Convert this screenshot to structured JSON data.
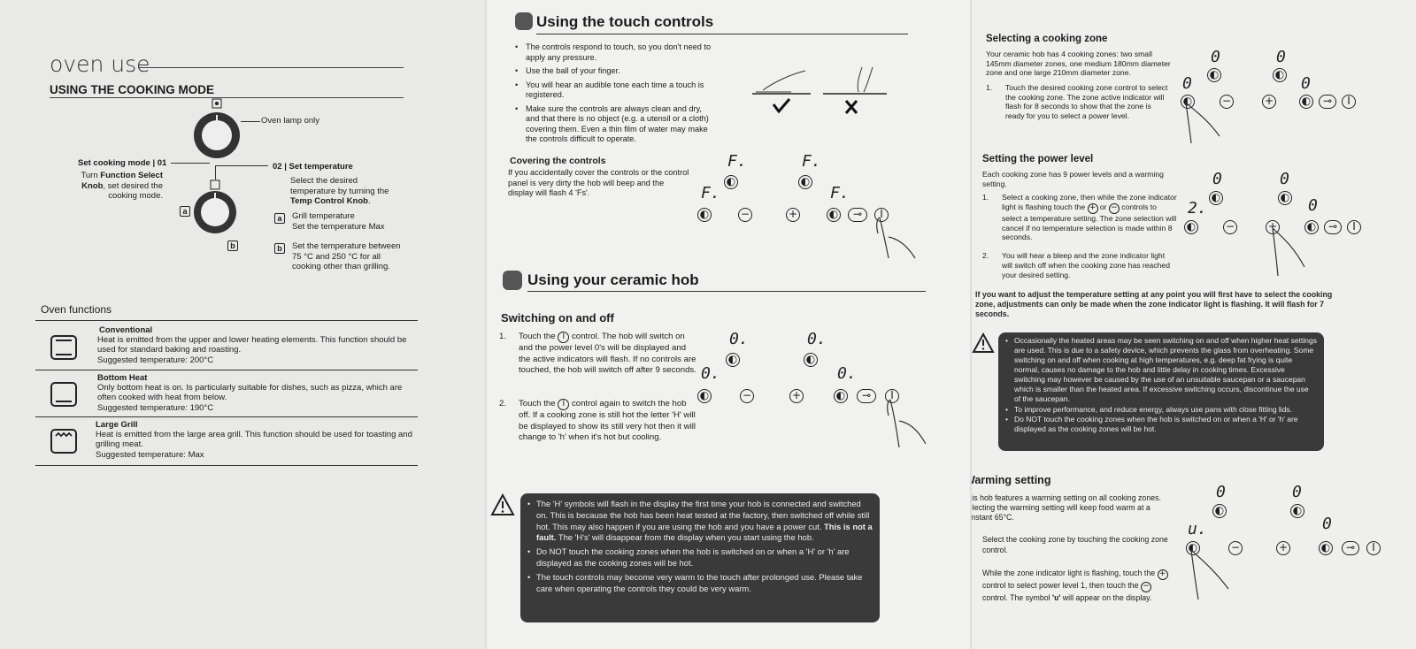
{
  "p1": {
    "title": "oven use",
    "subtitle": "USING THE COOKING MODE",
    "lamp": "Oven lamp only",
    "step1_head": "Set cooking mode | 01",
    "step1_text_a": "Turn ",
    "step1_text_b": "Function Select Knob",
    "step1_text_c": ", set desired the cooking mode.",
    "step2_head": "02 | Set temperature",
    "step2_text_a": "Select the desired temperature by turning the ",
    "step2_text_b": "Temp Control Knob",
    "step2_text_c": ".",
    "label_a": "a",
    "label_b": "b",
    "a_text": "Grill temperature\nSet the temperature Max",
    "b_text": "Set the temperature between 75 °C and 250 °C for all cooking other than grilling.",
    "functions_head": "Oven functions",
    "functions": [
      {
        "name": "Conventional",
        "desc": "Heat is emitted from the upper and lower heating elements. This function should be used for standard baking and roasting.",
        "temp": "Suggested temperature: 200°C",
        "icon": "conventional-icon"
      },
      {
        "name": "Bottom Heat",
        "desc": "Only bottom heat is on. Is particularly suitable for dishes, such as pizza, which are often cooked with heat from below.",
        "temp": "Suggested temperature: 190°C",
        "icon": "bottom-heat-icon"
      },
      {
        "name": "Large Grill",
        "desc": "Heat is emitted from the large area grill. This function should be used for toasting and grilling meat.",
        "temp": "Suggested temperature: Max",
        "icon": "grill-icon"
      }
    ]
  },
  "p2": {
    "touch_head": "Using the touch controls",
    "touch_bullets": [
      "The controls respond to touch, so you don't need to apply any pressure.",
      "Use the ball of your finger.",
      "You will hear an audible tone each time a touch is registered.",
      "Make sure the controls are always clean and dry, and that there is no object (e.g. a utensil or a cloth) covering them. Even a thin film of water may make the controls difficult to operate."
    ],
    "covering_head": "Covering the controls",
    "covering_text": "If you accidentally cover the controls or the control panel is very dirty the hob will beep and the display will flash 4 'Fs'.",
    "f_symbol": "F.",
    "ceramic_head": "Using your ceramic hob",
    "switch_head": "Switching on and off",
    "step1_a": "Touch the ",
    "step1_b": " control. The hob will switch on and the power level 0's will be displayed and the active indicators will flash. If no controls are touched, the hob will switch off after 9 seconds.",
    "step2_a": "Touch the ",
    "step2_b": " control again to switch the hob off. If a cooking zone is still hot the letter 'H' will be displayed to show its still very hot then it will change to 'h' when it's hot but cooling.",
    "zero_symbol": "0.",
    "n1": "1.",
    "n2": "2.",
    "warning_1a": "The 'H' symbols will flash in the display the first time your hob is connected and switched on. This is because the hob has been heat tested at the factory, then switched off while still hot. This may also happen if you are using the hob and you have a power cut. ",
    "warning_1b": "This is not a fault.",
    "warning_1c": " The 'H's' will disappear from the display when you start using the hob.",
    "warning_2": "Do NOT touch the cooking zones when the hob is switched on or when a 'H' or 'h' are displayed as the cooking zones will be hot.",
    "warning_3": "The touch controls may become very warm to the touch after prolonged use. Please take care when operating the controls they could be very warm."
  },
  "p3": {
    "select_head": "Selecting a cooking zone",
    "select_text": "Your ceramic hob has 4 cooking zones: two small 145mm diameter zones, one medium 180mm diameter zone and one large 210mm diameter zone.",
    "select_step1": "Touch the desired cooking zone control to select the cooking zone. The zone active indicator will flash for 8 seconds to show that the zone is ready for you to select a power level.",
    "power_head": "Setting the power level",
    "power_text": "Each cooking zone has 9 power levels and a warming setting.",
    "power_step1_a": "Select a cooking zone, then while the zone indicator light is flashing touch the ",
    "power_step1_b": " or ",
    "power_step1_c": " controls to select a temperature setting. The zone selection will cancel if no temperature selection is made within 8 seconds.",
    "power_step2": "You will hear a bleep and the zone indicator light will switch off when the cooking zone has reached your desired setting.",
    "adjust_text": "If you want to adjust the temperature setting at any point you will first have to select the cooking zone, adjustments can only be made when the zone indicator light is flashing. It will flash for 7 seconds.",
    "warn_1": "Occasionally the heated areas may be seen switching on and off when higher heat settings are used. This is due to a safety device, which prevents the glass from overheating. Some switching on and off when cooking at high temperatures, e.g. deep fat frying is quite normal, causes no damage to the hob and little delay in cooking times. Excessive switching may however be caused by the use of an unsuitable saucepan or a saucepan which is smaller than the heated area. If excessive switching occurs, discontinue the use of the saucepan.",
    "warn_2": "To improve performance, and reduce energy, always use pans with close fitting lids.",
    "warn_3": "Do NOT touch the cooking zones when the hob is switched on or when a 'H' or 'h' are displayed as the cooking zones will be hot.",
    "warming_head": "Warming setting",
    "warming_text": "This hob features a warming setting on all cooking zones. Selecting the warming setting will keep food warm at a constant 65°C.",
    "warm_step1": "Select the cooking zone by touching the cooking zone control.",
    "warm_step2_a": "While the zone indicator light is flashing, touch the ",
    "warm_step2_b": " control to select power level 1, then touch the ",
    "warm_step2_c": " control. The symbol ",
    "warm_step2_d": "'ᴜ'",
    "warm_step2_e": " will appear on the display.",
    "zero_symbol": "0",
    "two_symbol": "2.",
    "u_symbol": "u.",
    "n1": "1.",
    "n2": "2."
  },
  "controls": {
    "minus": "−",
    "plus": "+",
    "power": "I",
    "lock": "⊸"
  }
}
